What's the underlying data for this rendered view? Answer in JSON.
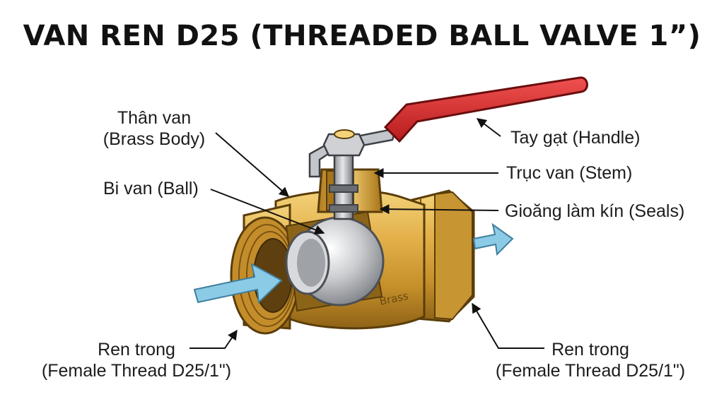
{
  "title": "VAN REN D25 (THREADED BALL VALVE 1”)",
  "labels": {
    "body": [
      "Thân van",
      "(Brass Body)"
    ],
    "ball": "Bi van (Ball)",
    "handle": "Tay gạt (Handle)",
    "stem": "Trục van (Stem)",
    "seals": "Gioăng làm kín (Seals)",
    "thread_left": [
      "Ren trong",
      "(Female Thread D25/1\")"
    ],
    "thread_right": [
      "Ren trong",
      "(Female Thread D25/1\")"
    ]
  },
  "body_marking": "Brass",
  "colors": {
    "brass": "#d9a63a",
    "brass_dark": "#a8741a",
    "handle": "#d42a2a",
    "flow_arrow": "#8ccbe6",
    "steel": "#b9bcc0"
  }
}
